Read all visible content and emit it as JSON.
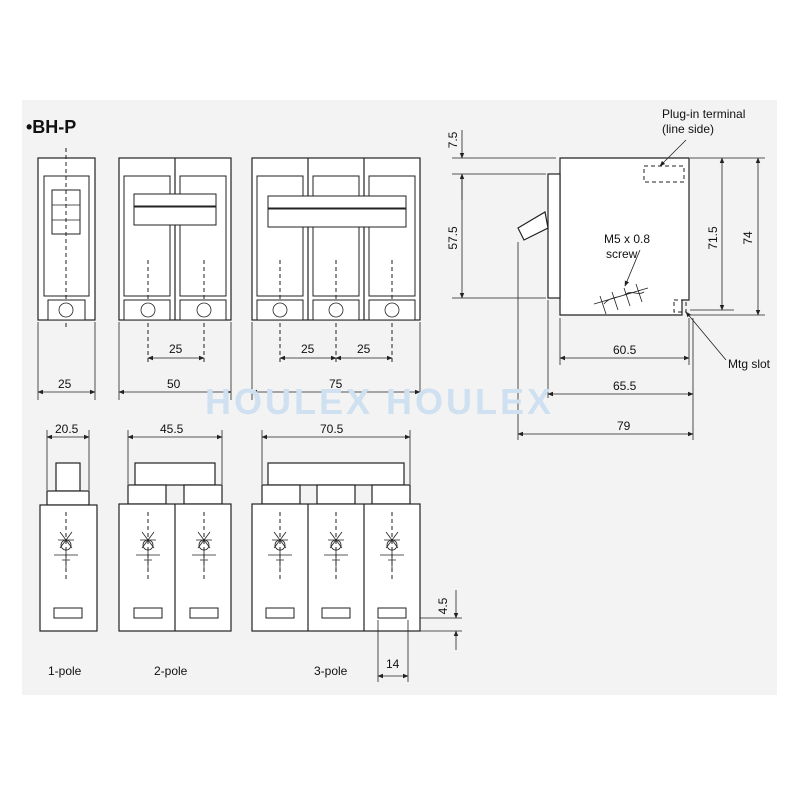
{
  "title": "•BH-P",
  "watermark": "HOULEX HOULEX",
  "front_view": {
    "widths": {
      "one": "25",
      "two": "50",
      "three": "75"
    },
    "pitch": {
      "two": "25",
      "three_a": "25",
      "three_b": "25"
    }
  },
  "bottom_view": {
    "widths": {
      "one": "20.5",
      "two": "45.5",
      "three": "70.5"
    },
    "terminal_width": "14",
    "terminal_height": "4.5",
    "labels": {
      "one": "1-pole",
      "two": "2-pole",
      "three": "3-pole"
    }
  },
  "side_view": {
    "top_offset": "7.5",
    "body_height": "57.5",
    "height_a": "71.5",
    "height_b": "74",
    "depth_a": "60.5",
    "depth_b": "65.5",
    "depth_c": "79",
    "plug_in_label": "Plug-in terminal",
    "plug_in_sub": "(line side)",
    "screw_label": "M5 x 0.8",
    "screw_sub": "screw",
    "mtg_label": "Mtg slot"
  },
  "colors": {
    "line": "#222222",
    "frame": "#f3f3f3",
    "watermark": "#cfe0f0"
  }
}
